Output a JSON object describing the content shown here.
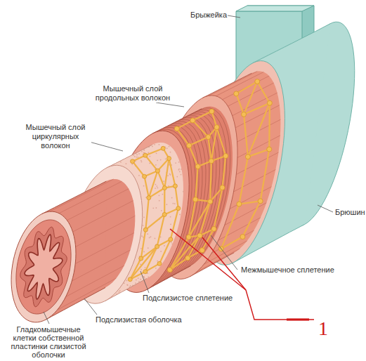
{
  "diagram": {
    "labels": [
      "Брыжейка",
      "Мышечный слой продольных волокон",
      "Мышечный слой циркулярных волокон",
      "Брюшин",
      "Межмышечное сплетение",
      "Подслизистое сплетение",
      "Подслизистая оболочка",
      "Гладкомышечные клетки собственной пластинки слизистой оболочки",
      "1"
    ]
  }
}
